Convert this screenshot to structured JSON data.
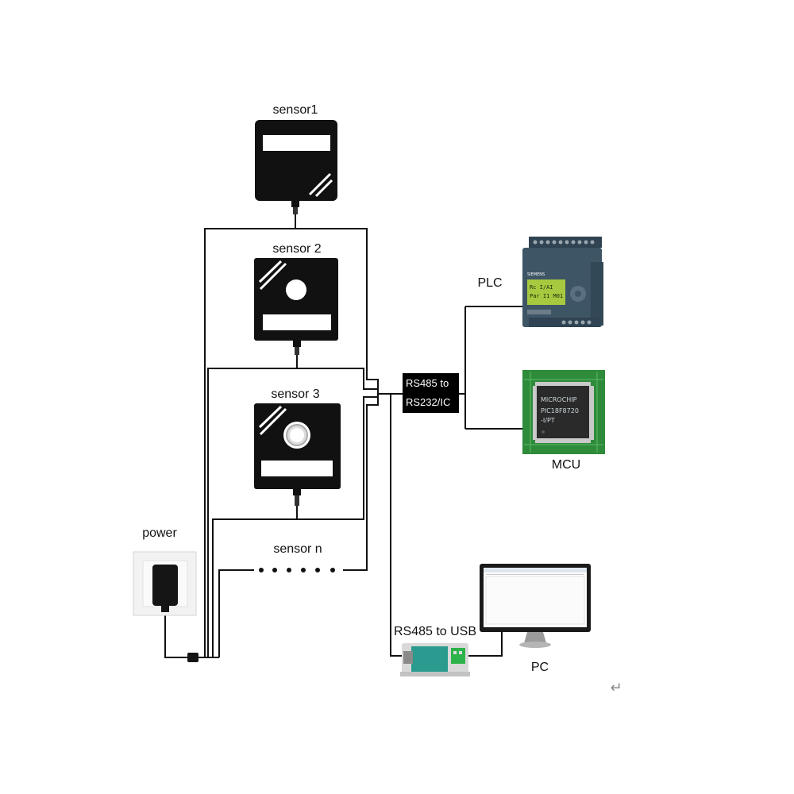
{
  "labels": {
    "sensor1": "sensor1",
    "sensor2": "sensor 2",
    "sensor3": "sensor 3",
    "sensor_n": "sensor n",
    "power": "power",
    "plc": "PLC",
    "mcu": "MCU",
    "pc": "PC",
    "rs485_usb": "RS485 to USB",
    "converter_line1": "RS485 to",
    "converter_line2": "RS232/IC"
  },
  "device_text": {
    "plc_brand": "SIEMENS",
    "mcu_brand": "MICROCHIP",
    "mcu_part": "PIC18F8720"
  },
  "icons": {
    "return": "↵"
  },
  "colors": {
    "device_black": "#111111",
    "wire": "#111111",
    "plc_body": "#3e5566",
    "lcd": "#a7c940",
    "pcb_green": "#2e8b3a",
    "usb_module": "#2a9b8e"
  }
}
